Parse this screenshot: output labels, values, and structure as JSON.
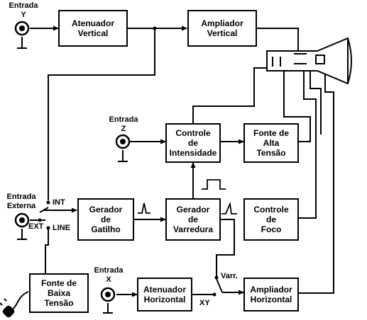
{
  "blocks": {
    "atenuador_vertical": "Atenuador\nVertical",
    "ampliador_vertical": "Ampliador\nVertical",
    "controle_intensidade": "Controle\nde\nIntensidade",
    "fonte_alta_tensao": "Fonte de\nAlta\nTensão",
    "gerador_gatilho": "Gerador\nde\nGatilho",
    "gerador_varredura": "Gerador\nde\nVarredura",
    "controle_foco": "Controle\nde\nFoco",
    "fonte_baixa_tensao": "Fonte de\nBaixa\nTensão",
    "atenuador_horizontal": "Atenuador\nHorizontal",
    "ampliador_horizontal": "Ampliador\nHorizontal"
  },
  "labels": {
    "entrada_y": "Entrada\nY",
    "entrada_z": "Entrada\nZ",
    "entrada_externa": "Entrada\nExterna",
    "entrada_x": "Entrada\nX",
    "int": "INT",
    "ext": "EXT",
    "line": "LINE",
    "xy": "XY",
    "varr": "Varr."
  }
}
